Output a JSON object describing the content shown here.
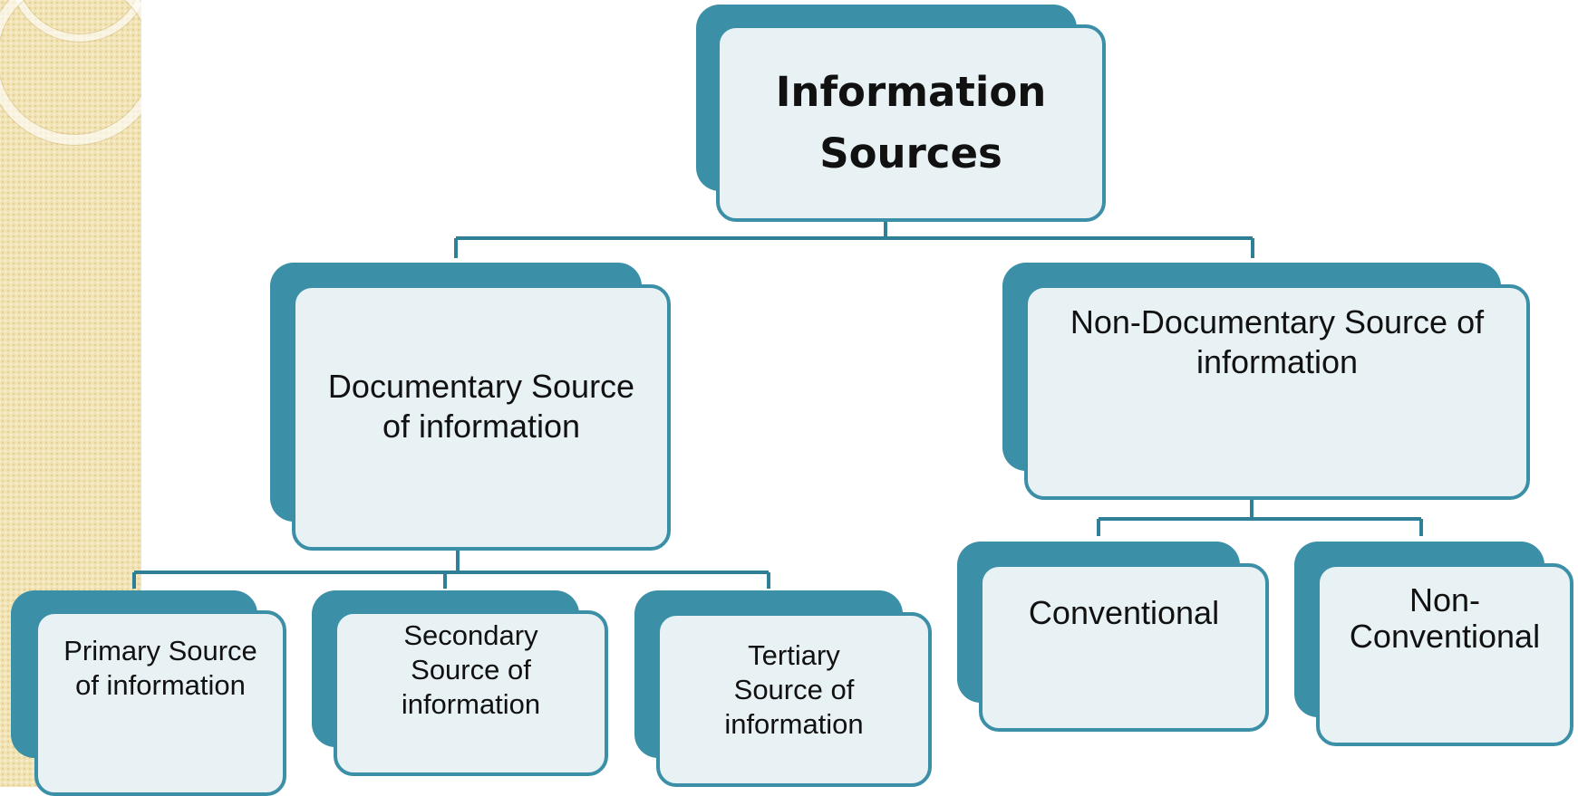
{
  "diagram": {
    "root": "Information\nSources",
    "documentary": "Documentary Source\nof information",
    "non_documentary": "Non-Documentary Source of\ninformation",
    "primary": "Primary Source\nof information",
    "secondary": "Secondary\nSource of\ninformation",
    "tertiary": "Tertiary\nSource of\ninformation",
    "conventional": "Conventional",
    "non_conventional": "Non-\nConventional"
  },
  "colors": {
    "box_fill": "#e8f2f5",
    "box_border": "#3b8fa7",
    "connector": "#2f7f96",
    "background_pattern": "#f1e3b4"
  }
}
